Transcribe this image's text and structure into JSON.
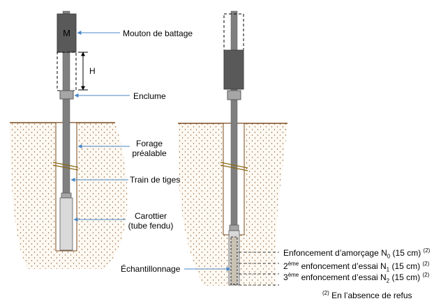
{
  "hammer_letter": "M",
  "height_letter": "H",
  "labels": {
    "hammer": "Mouton de battage",
    "anvil": "Enclume",
    "borehole_line1": "Forage",
    "borehole_line2": "préalable",
    "rods": "Train de tiges",
    "sampler_line1": "Carottier",
    "sampler_line2": "(tube fendu)",
    "sampling": "Échantillonnage"
  },
  "penetrations": [
    {
      "prefix": "",
      "prefix_sup": "",
      "text": "Enfoncement d’amorçage N",
      "sub": "0",
      "suffix": " (15 cm) ",
      "note": "(2)"
    },
    {
      "prefix": "2",
      "prefix_sup": "ème",
      "text": " enfoncement d’essai N",
      "sub": "1",
      "suffix": " (15 cm) ",
      "note": "(2)"
    },
    {
      "prefix": "3",
      "prefix_sup": "ème",
      "text": " enfoncement d’essai N",
      "sub": "2",
      "suffix": " (15 cm) ",
      "note": "(2)"
    }
  ],
  "footnote": {
    "marker": "(2)",
    "text": " En l’absence de refus"
  },
  "colors": {
    "hammer": "#595959",
    "rod": "#7f7f7f",
    "soil_dots": "#8b5a2b",
    "ground_line": "#7b4a1e",
    "leader_line": "#4a86c5",
    "sampler": "#d9d9d9",
    "anvil": "#a6a6a6"
  }
}
